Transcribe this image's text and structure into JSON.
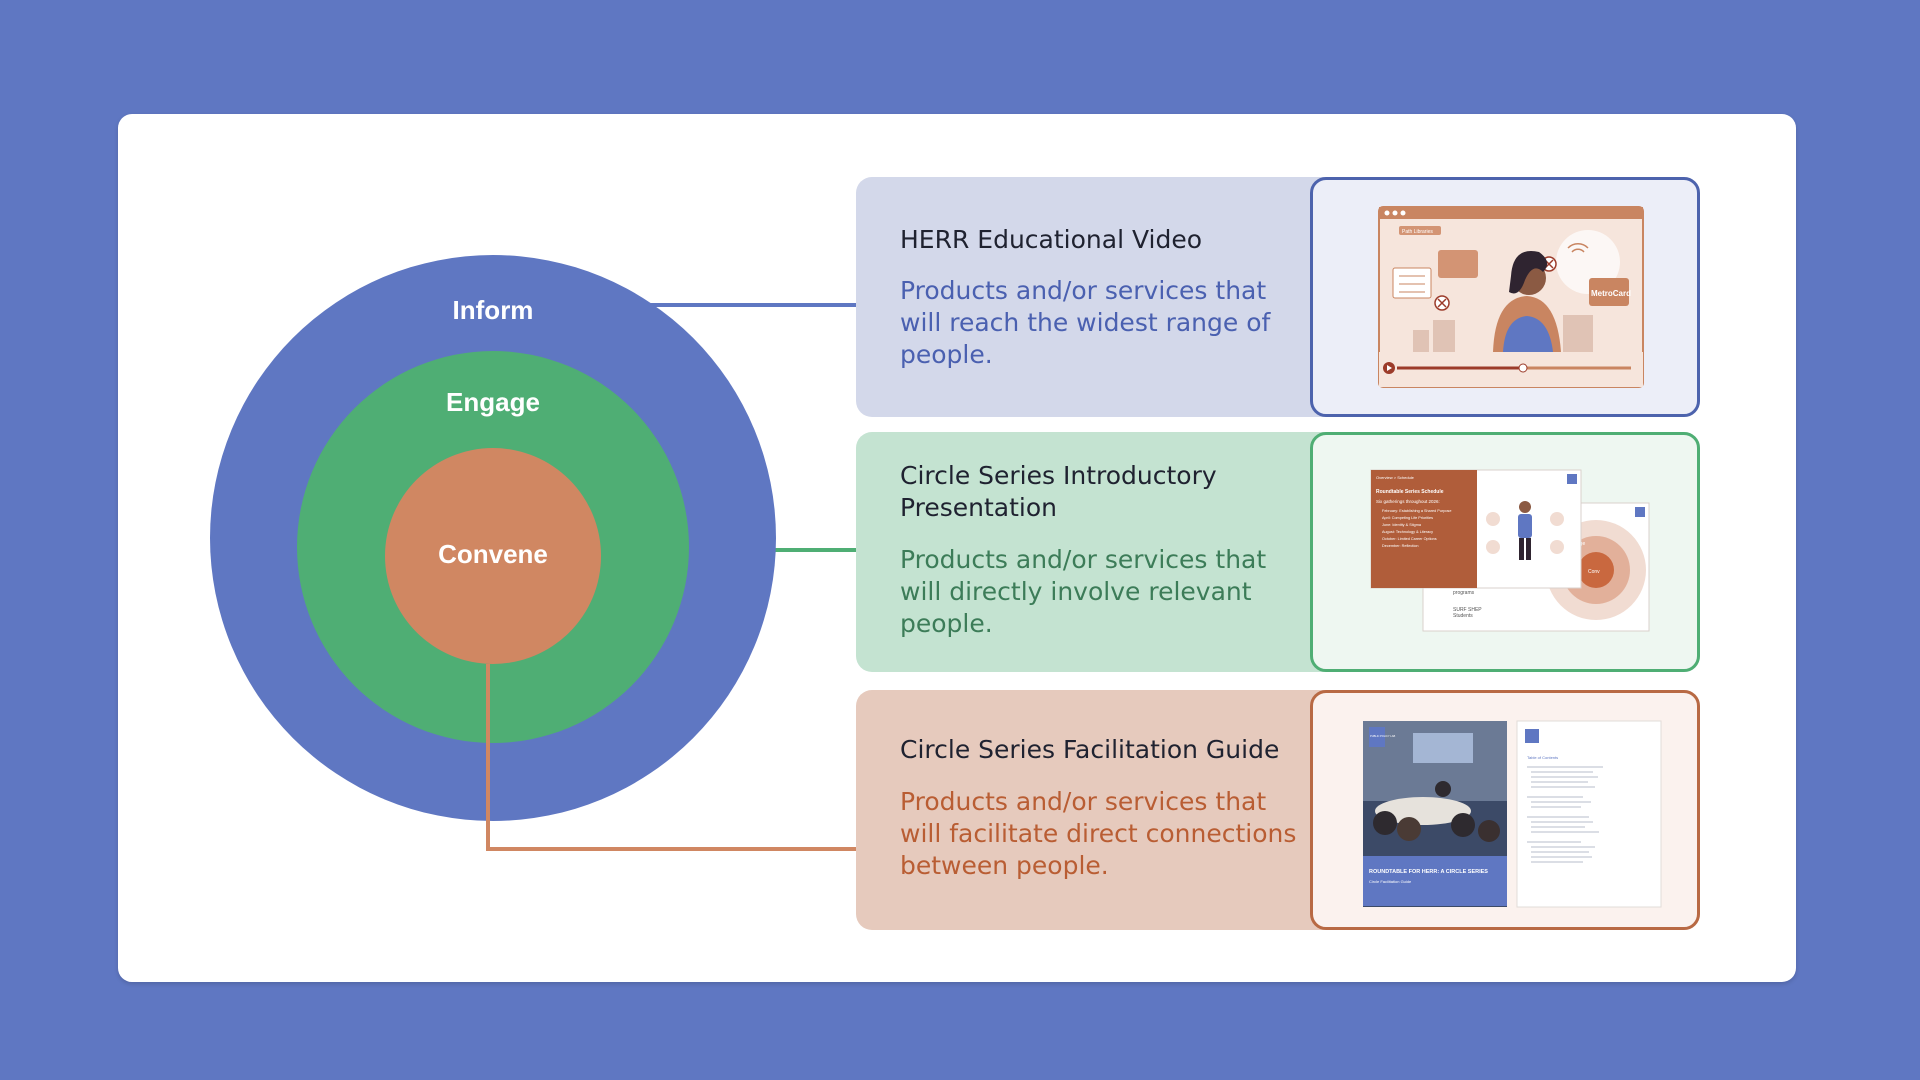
{
  "rings": {
    "inform": "Inform",
    "engage": "Engage",
    "convene": "Convene"
  },
  "panels": [
    {
      "title": "HERR Educational Video",
      "desc": "Products and/or services that will reach the widest range of people.",
      "accent": "#5f77c2"
    },
    {
      "title": "Circle Series Introductory Presentation",
      "desc": "Products and/or services that will directly involve relevant people.",
      "accent": "#4fae74"
    },
    {
      "title": "Circle Series Facilitation Guide",
      "desc": "Products and/or services that will facilitate direct connections between people.",
      "accent": "#d08762"
    }
  ],
  "thumbnails": {
    "video": {
      "tab_label": "Path Libraries",
      "sign_text": "MetroCard"
    },
    "presentation": {
      "breadcrumb": "Overview > Schedule",
      "heading": "Roundtable Series Schedule",
      "subheading": "Six gatherings throughout 2026:",
      "items": [
        "February: Establishing a Shared Purpose",
        "April: Competing Life Priorities",
        "June: Identity & Stigma",
        "August: Technology & Literacy",
        "October: Limited Career Options",
        "December: Reflection"
      ],
      "back_items": [
        "programs",
        "SURF SHEP",
        "Students"
      ],
      "ring_labels": [
        "Engage",
        "Conv"
      ]
    },
    "guide": {
      "logo": "PUBLIC POLICY LAB",
      "cover_title": "ROUNDTABLE FOR HERR: A CIRCLE SERIES",
      "cover_subtitle": "Circle Facilitation Guide",
      "toc_title": "Table of Contents"
    }
  },
  "colors": {
    "background": "#5f77c2",
    "inform": "#5f77c2",
    "engage": "#4fae74",
    "convene": "#d08762"
  }
}
